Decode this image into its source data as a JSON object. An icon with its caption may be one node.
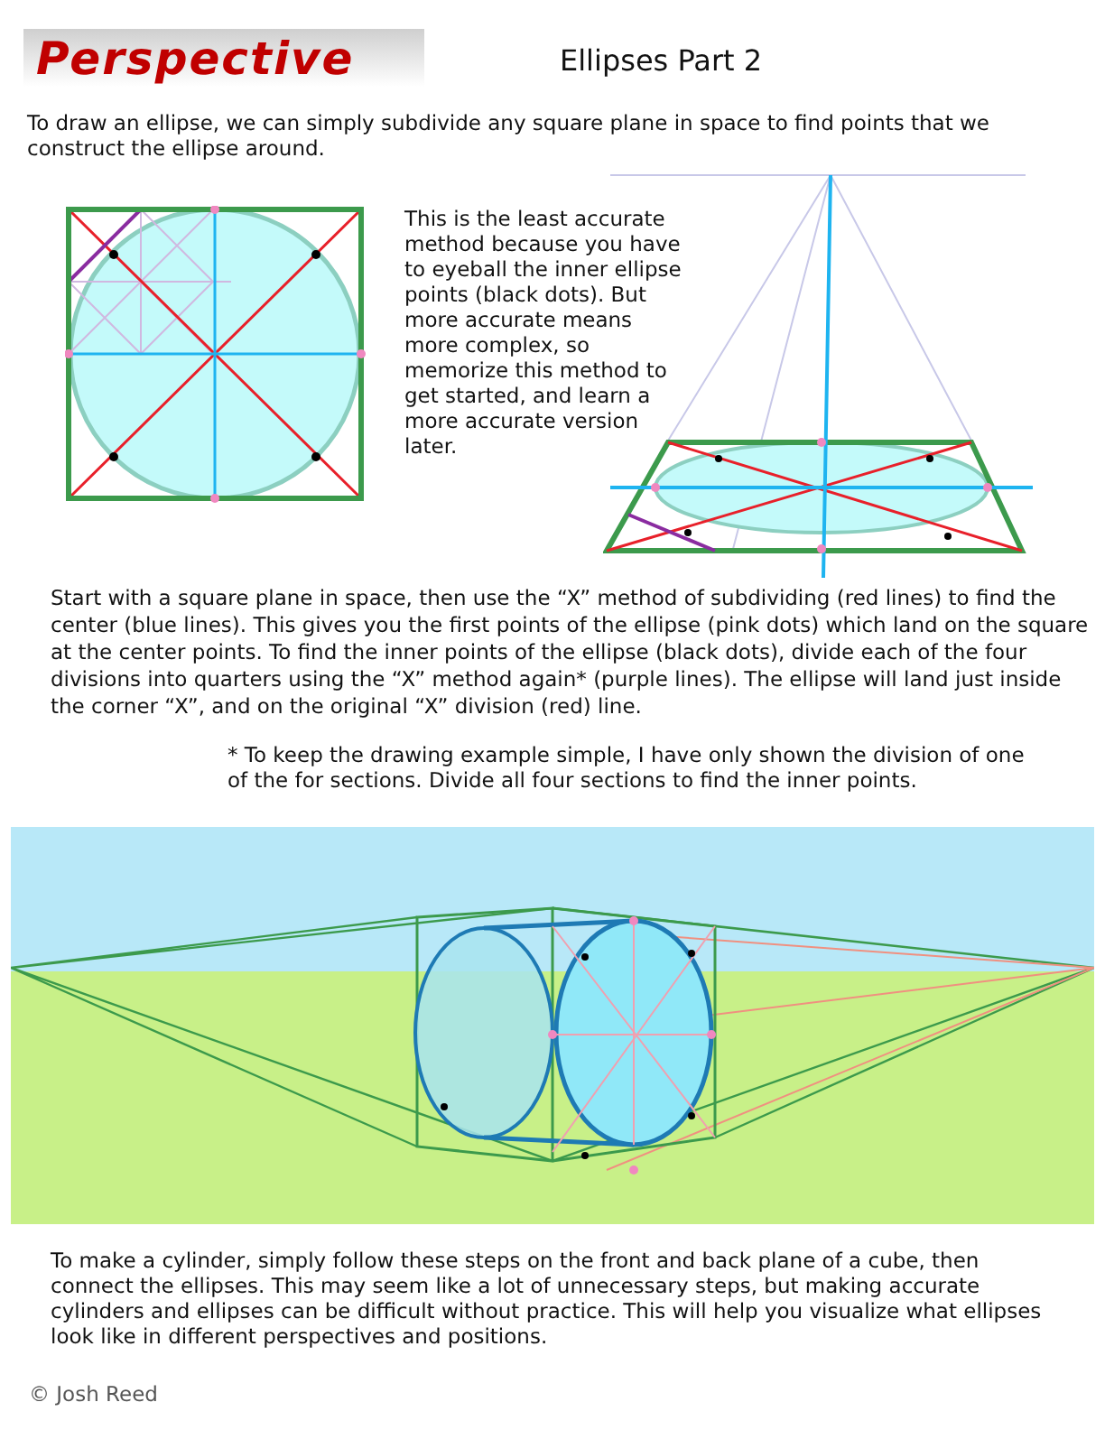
{
  "diagram": {
    "title": "Ellipses Part 2",
    "labels": [
      "Perspective",
      "To draw an ellipse, we can simply subdivide any square plane in space to find points that we construct the ellipse around.",
      "This is the least accurate method because you have to eyeball the inner ellipse points (black dots).  But more accurate means more complex, so memorize this method to get started, and learn a more accurate version later.",
      "Start with a square plane in space, then use the “X” method of subdividing (red lines) to find the center (blue lines).  This gives you the first points of the ellipse (pink dots) which land on the square at the center points.  To find the inner points of the ellipse (black dots), divide each of the four divisions into quarters using the “X” method again* (purple lines).  The ellipse will land just inside the corner “X”, and on the original “X” division (red) line.",
      "* To keep the drawing example simple, I have only shown the division of one of the for sections.  Divide all four sections to find the inner points.",
      "To make a cylinder, simply follow these steps on the front and back plane of a cube, then connect the ellipses.  This may seem like a lot of unnecessary steps, but making accurate cylinders and ellipses can be difficult without practice.  This will help you visualize what ellipses look like in different perspectives and positions.",
      "© Josh Reed"
    ]
  }
}
